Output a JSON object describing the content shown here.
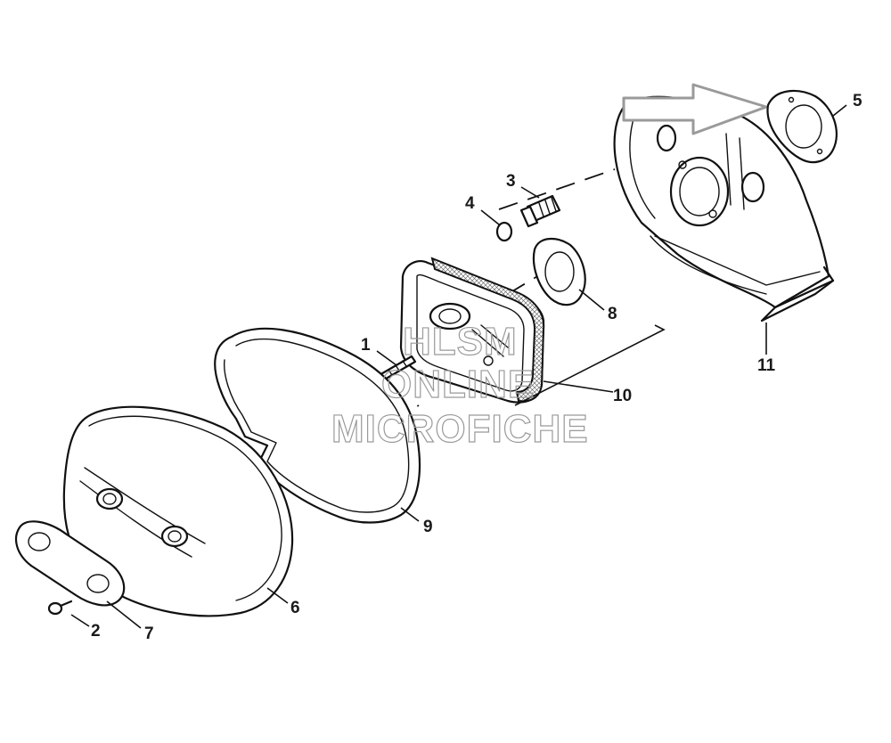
{
  "diagram": {
    "callouts": [
      {
        "id": "1",
        "label": "1"
      },
      {
        "id": "2",
        "label": "2"
      },
      {
        "id": "3",
        "label": "3"
      },
      {
        "id": "4",
        "label": "4"
      },
      {
        "id": "5",
        "label": "5"
      },
      {
        "id": "6",
        "label": "6"
      },
      {
        "id": "7",
        "label": "7"
      },
      {
        "id": "8",
        "label": "8"
      },
      {
        "id": "9",
        "label": "9"
      },
      {
        "id": "10",
        "label": "10"
      },
      {
        "id": "11",
        "label": "11"
      }
    ],
    "watermark": [
      "HLSM",
      "ONLINE",
      "MICROFICHE"
    ],
    "pointer_arrow_color": "#9a9a9a"
  }
}
